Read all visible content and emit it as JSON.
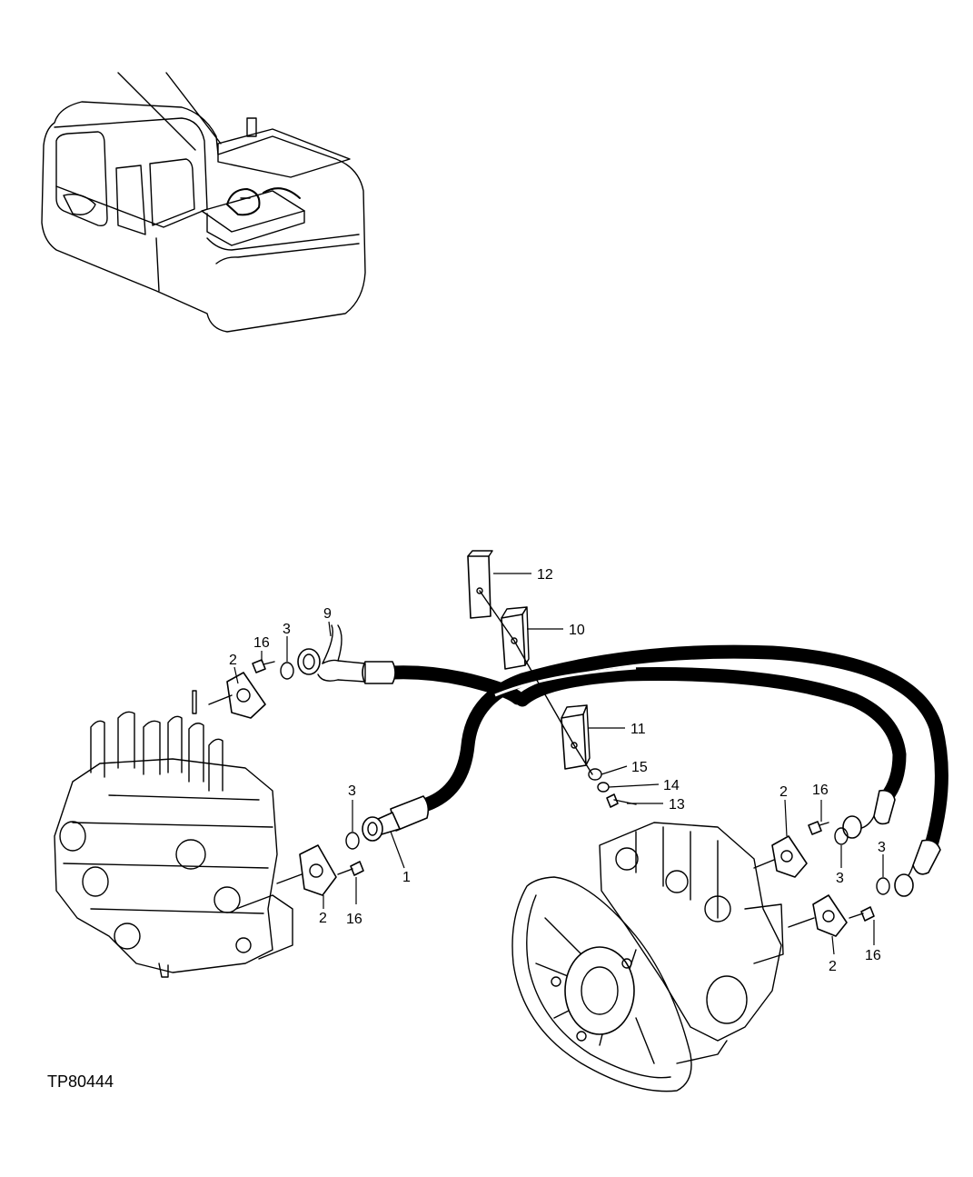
{
  "figure_id": "TP80444",
  "callouts": {
    "c1": "1",
    "c2a": "2",
    "c2b": "2",
    "c2c": "2",
    "c2d": "2",
    "c3a": "3",
    "c3b": "3",
    "c3c": "3",
    "c3d": "3",
    "c9": "9",
    "c10": "10",
    "c11": "11",
    "c12": "12",
    "c13": "13",
    "c14": "14",
    "c15": "15",
    "c16a": "16",
    "c16b": "16",
    "c16c": "16",
    "c16d": "16"
  }
}
